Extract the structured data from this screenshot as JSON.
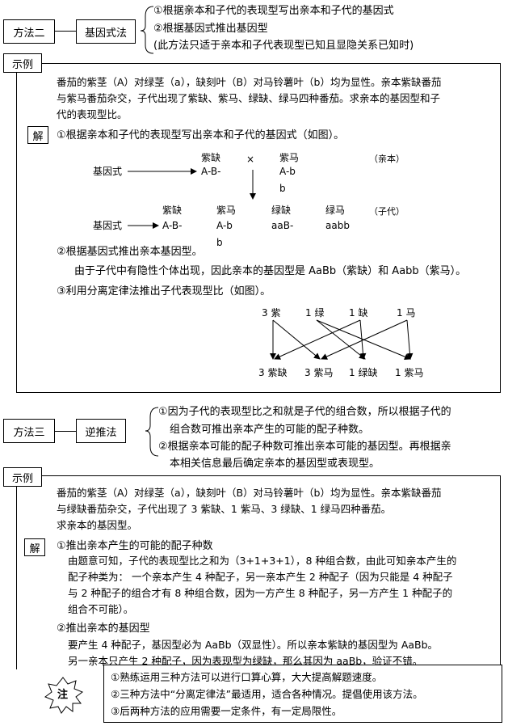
{
  "method2": {
    "label": "方法二",
    "name": "基因式法",
    "rules": [
      "①根据亲本和子代的表现型写出亲本和子代的基因式",
      "②根据基因式推出基因型",
      "(此方法只适于亲本和子代表现型已知且显隐关系已知时)"
    ]
  },
  "example1": {
    "label": "示例",
    "problem": [
      "番茄的紫茎（A）对绿茎（a），缺刻叶（B）对马铃薯叶（b）均为显性。亲本紫缺番茄",
      "与紫马番茄杂交，子代出现了紫缺、紫马、绿缺、绿马四种番茄。求亲本的基因型和子",
      "代的表现型比。"
    ],
    "solution_label": "解",
    "step1": "①根据亲本和子代的表现型写出亲本和子代的基因式（如图）。",
    "diagram": {
      "row_label": "基因式",
      "parent_tag": "（亲本）",
      "offspring_tag": "（子代）",
      "cross_symbol": "×",
      "parents": [
        {
          "phenotype": "紫缺",
          "genotype": "A-B-",
          "extra": ""
        },
        {
          "phenotype": "紫马",
          "genotype": "A-b",
          "extra": "b"
        }
      ],
      "offspring": [
        {
          "phenotype": "紫缺",
          "genotype": "A-B-",
          "extra": ""
        },
        {
          "phenotype": "紫马",
          "genotype": "A-b",
          "extra": "b"
        },
        {
          "phenotype": "绿缺",
          "genotype": "aaB-",
          "extra": ""
        },
        {
          "phenotype": "绿马",
          "genotype": "aabb",
          "extra": ""
        }
      ]
    },
    "step2": "②根据基因式推出亲本基因型。",
    "step2_detail": "由于子代中有隐性个体出现，因此亲本的基因型是 AaBb（紫缺）和 Aabb（紫马）。",
    "step3": "③利用分离定律法推出子代表现型比（如图）。",
    "ratio_top": [
      "3 紫",
      "1 绿",
      "1 缺",
      "1 马"
    ],
    "ratio_bottom": [
      "3 紫缺",
      "3 紫马",
      "1 绿缺",
      "1 紫马"
    ]
  },
  "method3": {
    "label": "方法三",
    "name": "逆推法",
    "rules": [
      "①因为子代的表现型比之和就是子代的组合数，所以根据子代的",
      "组合数可推出亲本产生的可能的配子种数。",
      "②根据亲本可能的配子种数可推出亲本可能的基因型。再根据亲",
      "本相关信息最后确定亲本的基因型或表现型。"
    ]
  },
  "example2": {
    "label": "示例",
    "problem": [
      "番茄的紫茎（A）对绿茎（a），缺刻叶（B）对马铃薯叶（b）均为显性。亲本紫缺番茄",
      "与绿缺番茄杂交，子代出现了 3 紫缺、1 紫马、3 绿缺、1 绿马四种番茄。",
      "求亲本的基因型。"
    ],
    "solution_label": "解",
    "step1": "①推出亲本产生的可能的配子种数",
    "step1_detail": [
      "由题意可知，子代的表现型比之和为（3+1+3+1），8 种组合数，由此可知亲本产生的",
      "配子种类为：  一个亲本产生 4 种配子，另一亲本产生 2 种配子（因为只能是 4 种配子",
      "与 2 种配子的组合才有 8 种组合数，因为一方产生 8 种配子，另一方产生 1 种配子的",
      "组合不可能）。"
    ],
    "step2": "②推出亲本的基因型",
    "step2_detail": [
      "要产生 4 种配子，基因型必为 AaBb（双显性）。所以亲本紫缺的基因型为 AaBb。",
      "另一亲本只产生 2 种配子，因为表现型为绿缺，那么其因为 aaBb，验证不错。"
    ]
  },
  "note": {
    "label": "注",
    "items": [
      "①熟练运用三种方法可以进行口算心算，大大提高解题速度。",
      "②三种方法中“分离定律法”最适用，适合各种情况。提倡使用该方法。",
      "③后两种方法的应用需要一定条件，有一定局限性。"
    ]
  }
}
